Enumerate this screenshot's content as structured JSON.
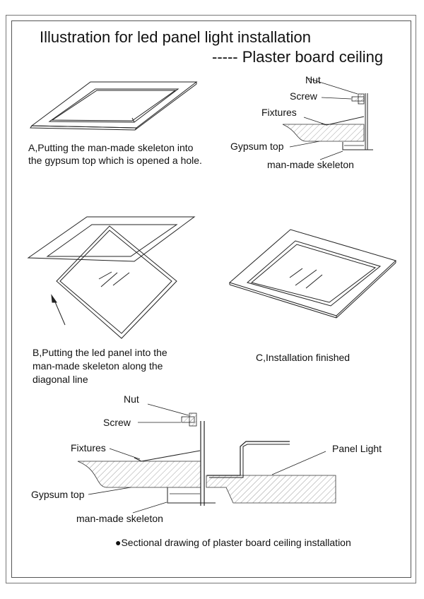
{
  "title": {
    "line1": "Illustration for led panel light installation",
    "line2": "----- Plaster board ceiling"
  },
  "step_a": {
    "caption_line1": "A,Putting the man-made     skeleton into",
    "caption_line2": "the gypsum top which is opened a hole."
  },
  "detail_small": {
    "labels": {
      "nut": "Nut",
      "screw": "Screw",
      "fixtures": "Fixtures",
      "gypsum_top": "Gypsum top",
      "skeleton": "man-made  skeleton"
    }
  },
  "step_b": {
    "caption_line1": "B,Putting the led panel into the",
    "caption_line2": "man-made skeleton along the",
    "caption_line3": "diagonal line"
  },
  "step_c": {
    "caption": "C,Installation finished"
  },
  "section": {
    "labels": {
      "nut": "Nut",
      "screw": "Screw",
      "fixtures": "Fixtures",
      "panel_light": "Panel Light",
      "gypsum_top": "Gypsum top",
      "skeleton": "man-made  skeleton"
    },
    "caption": "●Sectional drawing of plaster board ceiling installation"
  }
}
